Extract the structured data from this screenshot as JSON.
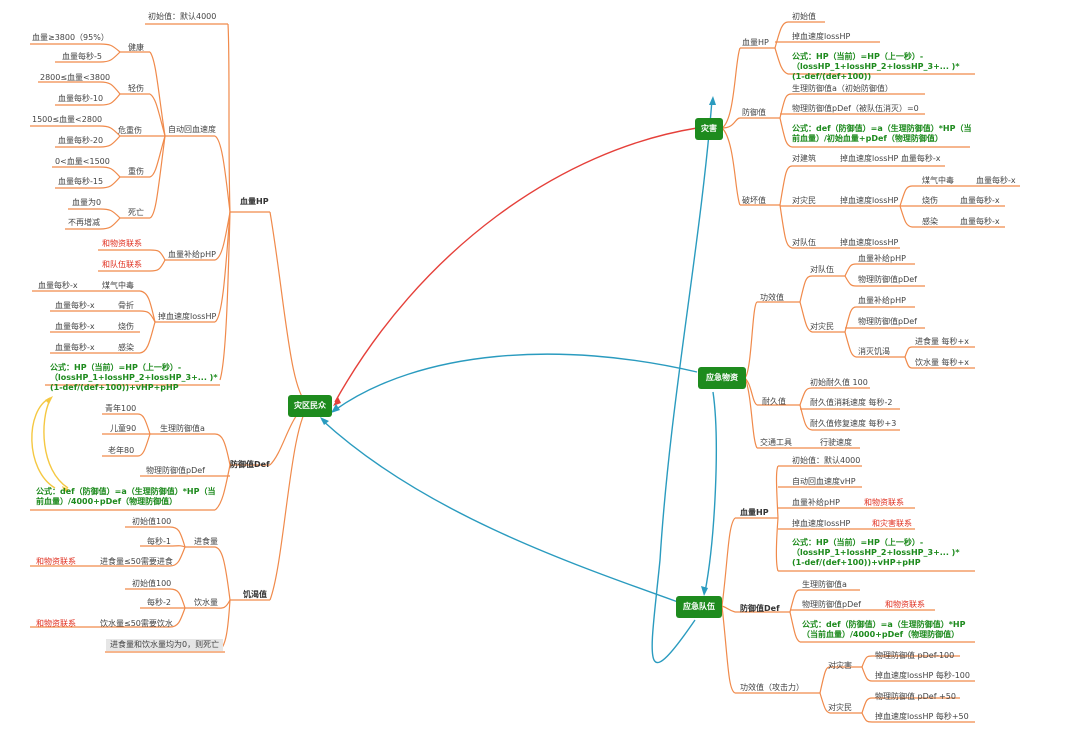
{
  "centers": {
    "civilians": "灾区民众",
    "disaster": "灾害",
    "supplies": "应急物资",
    "team": "应急队伍"
  },
  "civ": {
    "hp": "血量HP",
    "init": "初始值：默认4000",
    "regen": "自动回血速度",
    "healthy": "健康",
    "hp3800": "血量≥3800（95%）",
    "m5": "血量每秒-5",
    "light": "轻伤",
    "r2800": "2800≤血量<3800",
    "m10": "血量每秒-10",
    "critical": "危重伤",
    "r1500": "1500≤血量<2800",
    "m20": "血量每秒-20",
    "severe": "重伤",
    "r0": "0<血量<1500",
    "m15": "血量每秒-15",
    "death": "死亡",
    "hp0": "血量为0",
    "nochange": "不再增减",
    "supply": "血量补给pHP",
    "link_supplies": "和物资联系",
    "link_team": "和队伍联系",
    "loss": "掉血速度lossHP",
    "gas": "煤气中毒",
    "mx": "血量每秒-x",
    "fracture": "骨折",
    "burn": "烧伤",
    "infect": "感染",
    "formula_hp": "公式：HP（当前）=HP（上一秒）-（lossHP_1+lossHP_2+lossHP_3+... )*(1-def/(def+100))+vHP+pHP",
    "def": "防御值Def",
    "youth": "青年100",
    "child": "儿童90",
    "elder": "老年80",
    "physio": "生理防御值a",
    "physical": "物理防御值pDef",
    "formula_def": "公式：def（防御值）=a（生理防御值）*HP（当前血量）/4000+pDef（物理防御值）",
    "hunger": "饥渴值",
    "food": "进食量",
    "food_init": "初始值100",
    "food_rate": "每秒-1",
    "food_need": "进食量≤50需要进食",
    "water": "饮水量",
    "water_init": "初始值100",
    "water_rate": "每秒-2",
    "water_need": "饮水量≤50需要饮水",
    "die_note": "进食量和饮水量均为0，则死亡"
  },
  "dis": {
    "hp": "血量HP",
    "init": "初始值",
    "loss": "掉血速度lossHP",
    "formula_hp": "公式：HP（当前）=HP（上一秒）-（lossHP_1+lossHP_2+lossHP_3+... )*(1-def/(def+100))",
    "def": "防御值",
    "physio": "生理防御值a（初始防御值）",
    "physical": "物理防御值pDef（被队伍消灭）=0",
    "formula_def": "公式：def（防御值）=a（生理防御值）*HP（当前血量）/初始血量+pDef（物理防御值）",
    "destroy": "破坏值",
    "to_build": "对建筑",
    "build_loss": "掉血速度lossHP  血量每秒-x",
    "to_civ": "对灾民",
    "civ_loss": "掉血速度lossHP",
    "gas": "煤气中毒",
    "burn": "烧伤",
    "infect": "感染",
    "mx": "血量每秒-x",
    "to_team": "对队伍",
    "team_loss": "掉血速度lossHP"
  },
  "sup": {
    "effect": "功效值",
    "to_team": "对队伍",
    "to_civ": "对灾民",
    "php": "血量补给pHP",
    "pdef": "物理防御值pDef",
    "thirst": "消灭饥渴",
    "eat": "进食量  每秒+x",
    "drink": "饮水量  每秒+x",
    "durability": "耐久值",
    "dur_init": "初始耐久值 100",
    "dur_consume": "耐久值消耗速度  每秒-2",
    "dur_repair": "耐久值修复速度  每秒+3",
    "transport": "交通工具",
    "speed": "行驶速度"
  },
  "team": {
    "hp": "血量HP",
    "init": "初始值：默认4000",
    "regen": "自动回血速度vHP",
    "supply": "血量补给pHP",
    "link_supplies": "和物资联系",
    "loss": "掉血速度lossHP",
    "link_disaster": "和灾害联系",
    "formula_hp": "公式：HP（当前）=HP（上一秒）-（lossHP_1+lossHP_2+lossHP_3+... )*(1-def/(def+100))+vHP+pHP",
    "def": "防御值Def",
    "physio": "生理防御值a",
    "physical": "物理防御值pDef",
    "link_supplies2": "和物资联系",
    "formula_def": "公式：def（防御值）=a（生理防御值）*HP（当前血量）/4000+pDef（物理防御值）",
    "effect": "功效值（攻击力）",
    "to_disaster": "对灾害",
    "d_pdef": "物理防御值 pDef-100",
    "d_loss": "掉血速度lossHP  每秒-100",
    "to_civ": "对灾民",
    "c_pdef": "物理防御值 pDef +50",
    "c_loss": "掉血速度lossHP  每秒+50"
  },
  "colors": {
    "branch": "#f08a4b",
    "center": "#1e8b1e",
    "link_red": "#e5403a",
    "link_blue": "#2a9bbf",
    "link_yellow": "#f5c842",
    "formula": "#1d8a1d",
    "red_text": "#e03020"
  }
}
